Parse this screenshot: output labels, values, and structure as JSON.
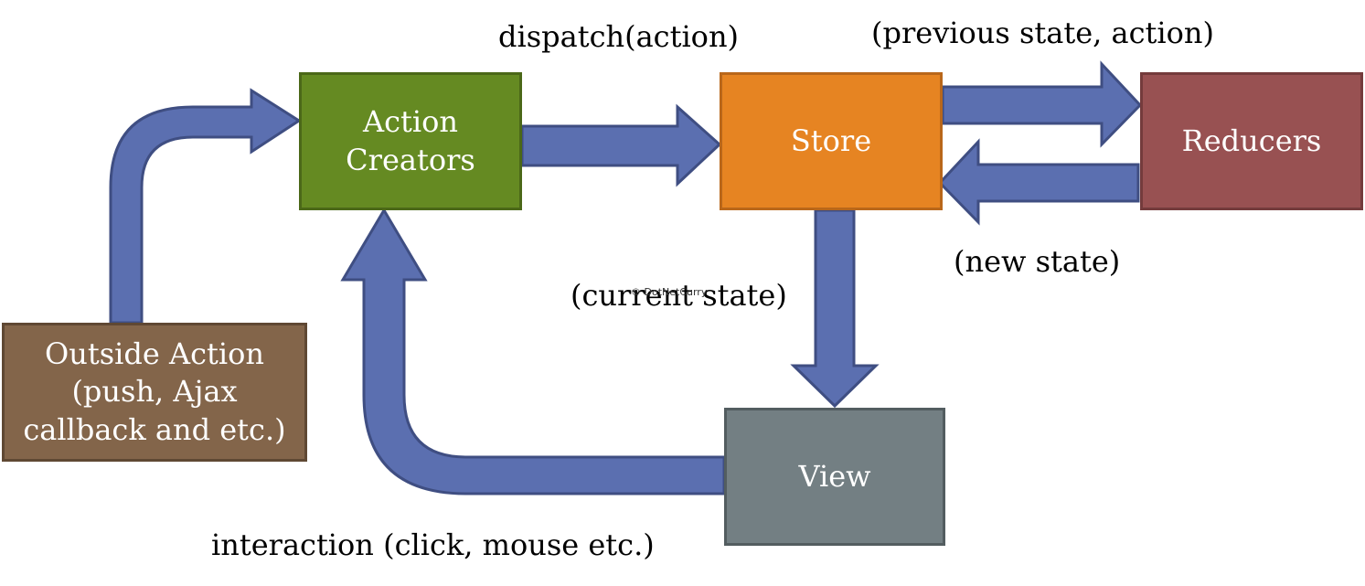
{
  "colors": {
    "arrow_fill": "#5b6fb0",
    "arrow_stroke": "#3f4e82",
    "action_creators_fill": "#658a22",
    "action_creators_border": "#4b6818",
    "store_fill": "#e68422",
    "store_border": "#b9671a",
    "reducers_fill": "#985152",
    "reducers_border": "#743b3c",
    "view_fill": "#737f83",
    "view_border": "#535d60",
    "outside_fill": "#83654a",
    "outside_border": "#5f4833"
  },
  "boxes": {
    "action_creators": "Action\nCreators",
    "store": "Store",
    "reducers": "Reducers",
    "view": "View",
    "outside_action": "Outside Action\n(push, Ajax\ncallback and etc.)"
  },
  "labels": {
    "dispatch": "dispatch(action)",
    "previous_state": "(previous state, action)",
    "new_state": "(new state)",
    "current_state": "(current state)",
    "interaction": "interaction (click, mouse etc.)"
  },
  "watermark": "© DotNetCurry"
}
